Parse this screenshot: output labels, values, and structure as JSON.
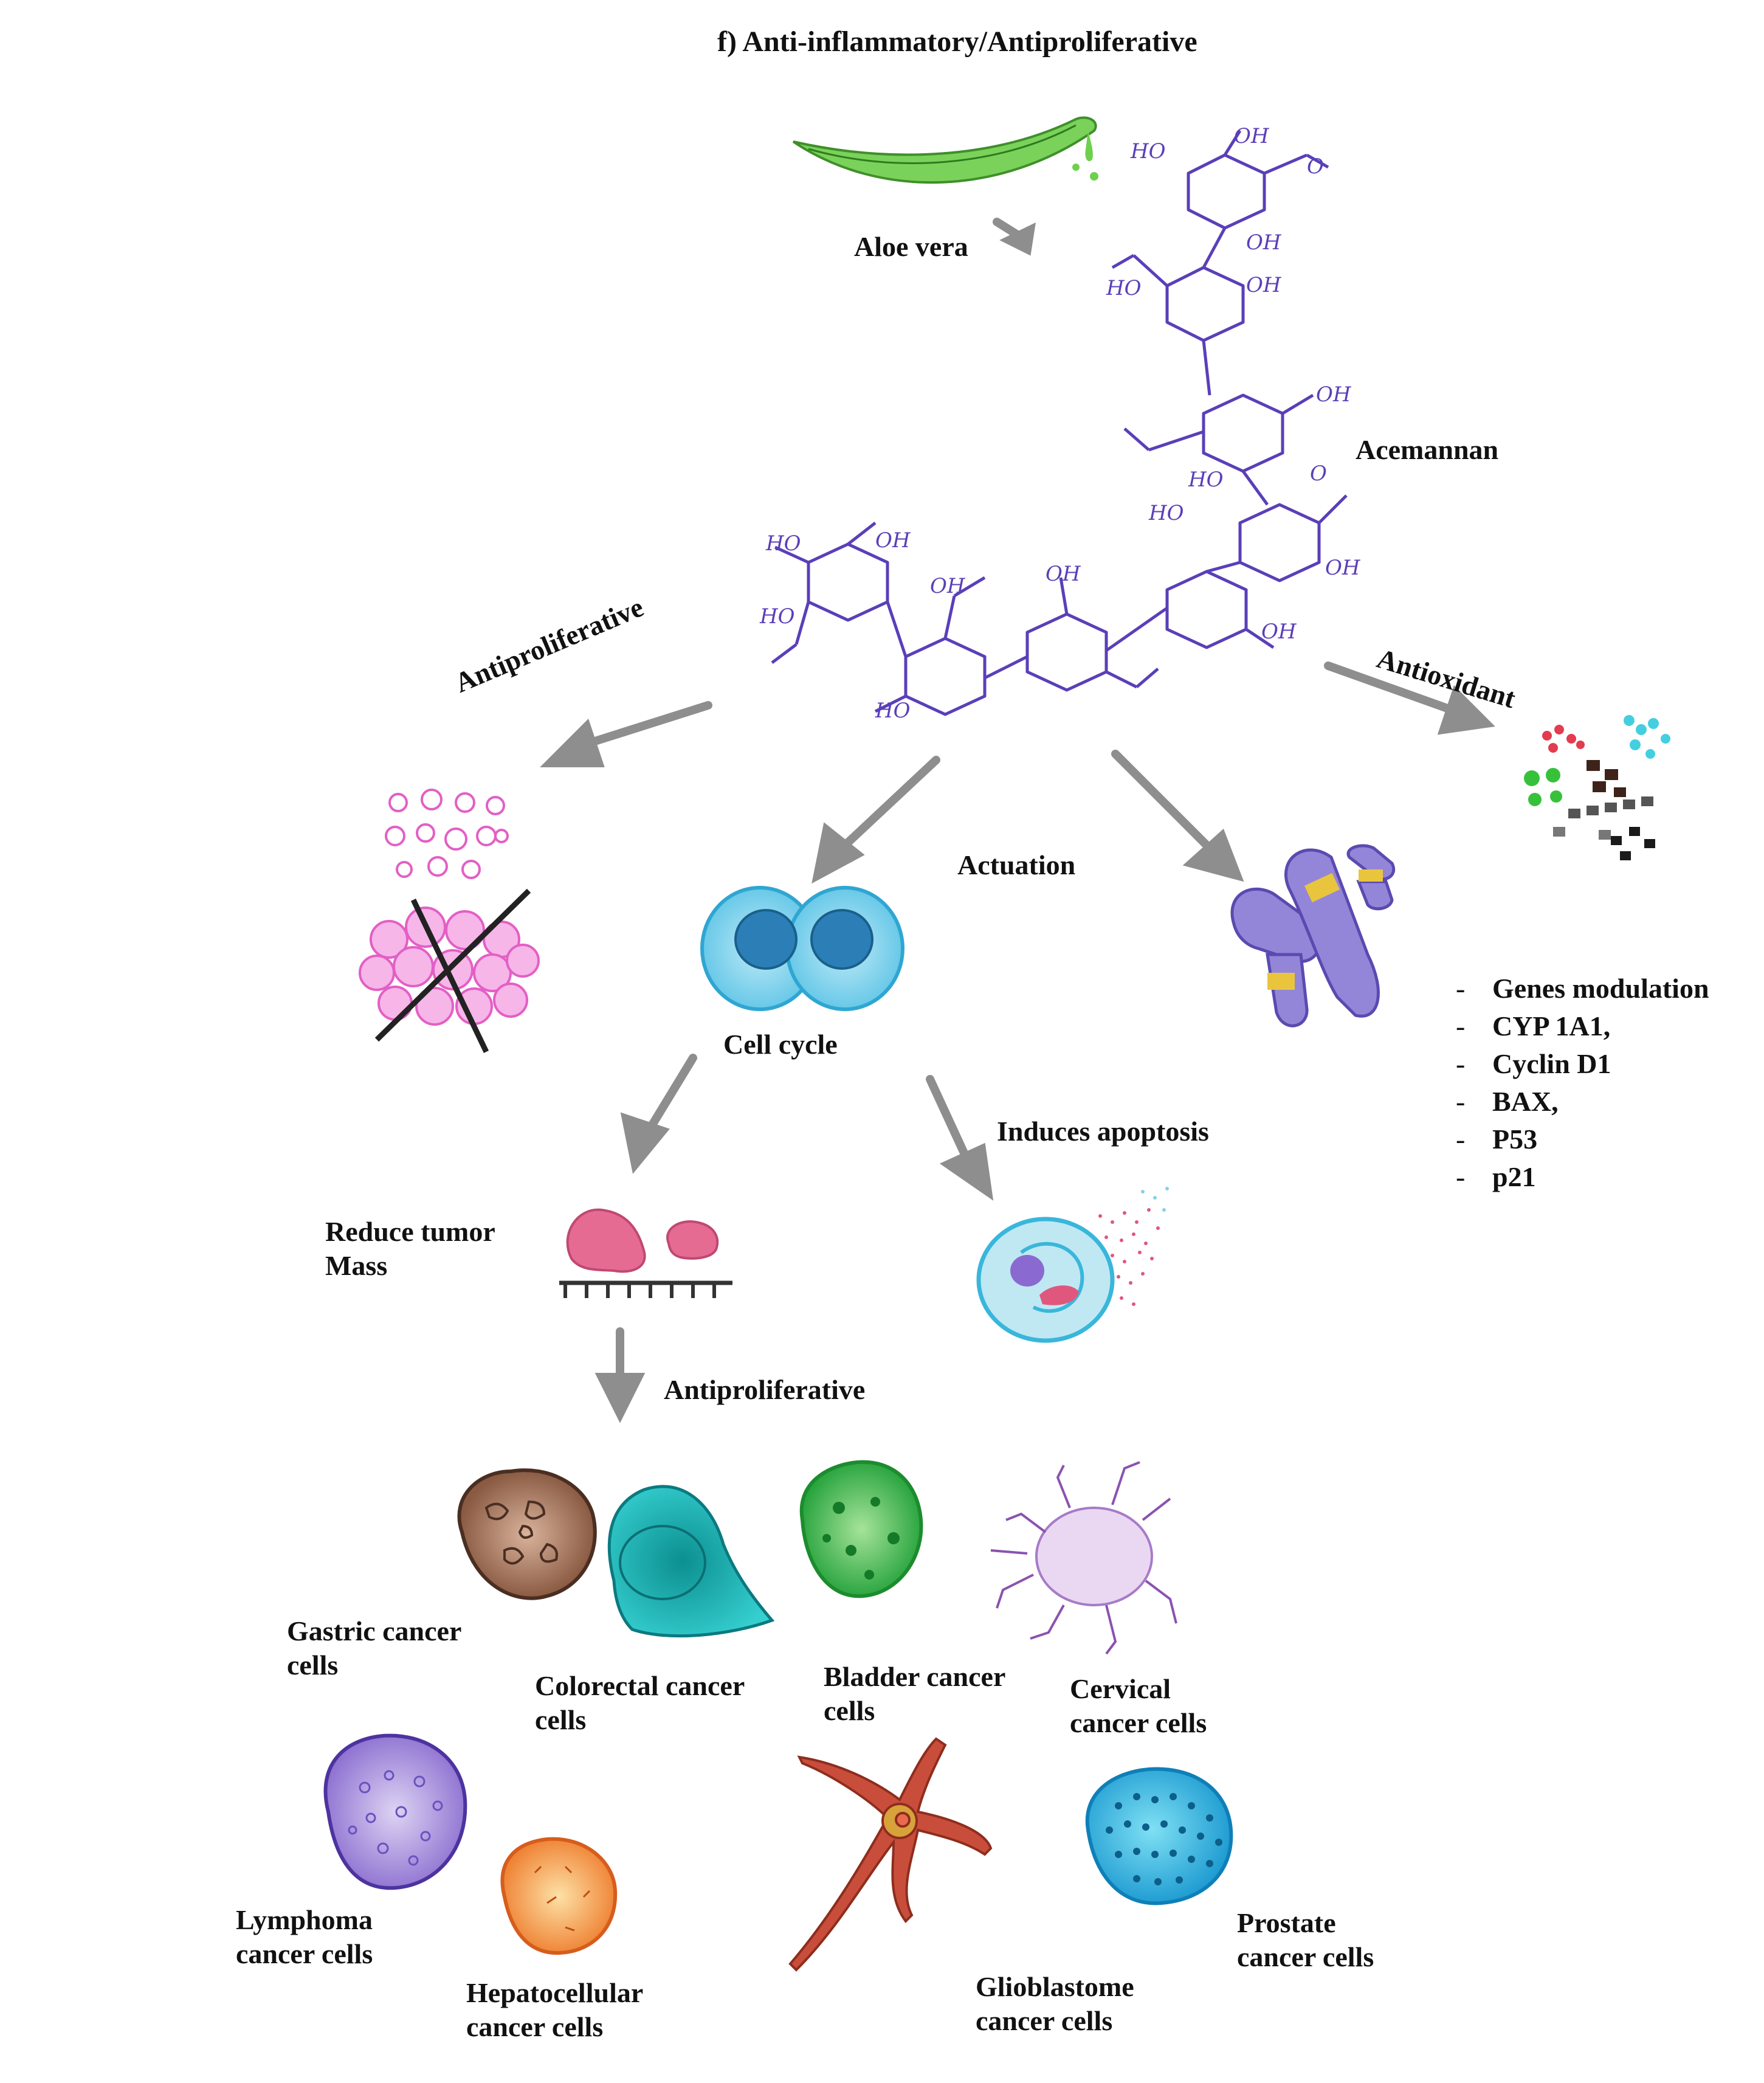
{
  "title": "f) Anti-inflammatory/Antiproliferative",
  "source": {
    "plant": "Aloe vera",
    "compound": "Acemannan"
  },
  "branches": {
    "antiproliferative_top": "Antiproliferative",
    "actuation": "Actuation",
    "antioxidant": "Antioxidant"
  },
  "cell_cycle": "Cell cycle",
  "reduce_tumor": {
    "line1": "Reduce tumor",
    "line2": "Mass"
  },
  "induces_apoptosis": "Induces apoptosis",
  "antiproliferative_bottom": "Antiproliferative",
  "genes": [
    "Genes modulation",
    "CYP 1A1,",
    "Cyclin D1",
    "BAX,",
    "P53",
    "p21"
  ],
  "cancer_cells": [
    {
      "line1": "Gastric cancer",
      "line2": "cells",
      "color": "#9c6a4e"
    },
    {
      "line1": "Colorectal cancer",
      "line2": "cells",
      "color": "#1fbcbc"
    },
    {
      "line1": "Bladder cancer",
      "line2": "cells",
      "color": "#3cbf48"
    },
    {
      "line1": "Cervical",
      "line2": "cancer cells",
      "color": "#b98ad0"
    },
    {
      "line1": "Lymphoma",
      "line2": "cancer cells",
      "color": "#8566c8"
    },
    {
      "line1": "Hepatocellular",
      "line2": "cancer cells",
      "color": "#f2903a"
    },
    {
      "line1": "Glioblastome",
      "line2": "cancer cells",
      "color": "#c0412e"
    },
    {
      "line1": "Prostate",
      "line2": "cancer cells",
      "color": "#23a9dc"
    }
  ],
  "colors": {
    "molecule": "#5a3fb8",
    "arrow": "#8e8e8e",
    "aloe": "#5cbf45",
    "blob_pink": "#e35fc5",
    "cell_cycle": "#35b2dd",
    "chromosome": "#8674d0",
    "tumor": "#e25c8a"
  }
}
